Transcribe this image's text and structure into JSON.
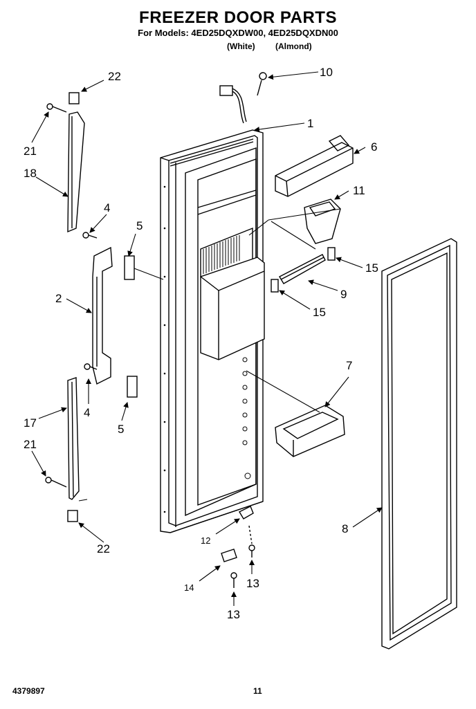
{
  "title": "FREEZER DOOR PARTS",
  "models_line": "For Models: 4ED25DQXDW00, 4ED25DQXDN00",
  "color_white": "(White)",
  "color_almond": "(Almond)",
  "doc_number": "4379897",
  "page_number": "11",
  "callouts": {
    "c1": "1",
    "c2": "2",
    "c4a": "4",
    "c4b": "4",
    "c5a": "5",
    "c5b": "5",
    "c6": "6",
    "c7": "7",
    "c8": "8",
    "c9": "9",
    "c10": "10",
    "c11": "11",
    "c12": "12",
    "c13a": "13",
    "c13b": "13",
    "c14": "14",
    "c15a": "15",
    "c15b": "15",
    "c17": "17",
    "c18": "18",
    "c21a": "21",
    "c21b": "21",
    "c22a": "22",
    "c22b": "22"
  }
}
